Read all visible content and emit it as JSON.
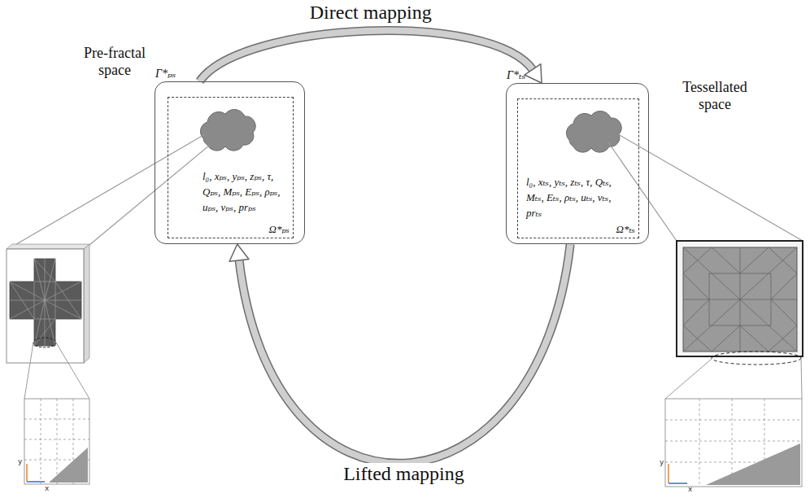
{
  "diagram": {
    "nodes": [
      {
        "text": [
          "Pre-fractal space",
          "Γ*ₚₛ"
        ]
      },
      {
        "text": [
          "l₀, xₚₛ, yₚₛ, zₚₛ, τ, Qₚₛ, Mₚₛ, Eₚₛ, ρₚₛ, uₚₛ, vₚₛ, prₚₛ",
          "Ω*ₚₛ"
        ],
        "in": 0
      },
      {
        "text": [
          "Tessellated space",
          "Γ*ₜₛ"
        ]
      },
      {
        "text": [
          "l₀, xₜₛ, yₜₛ, zₜₛ, τ, Qₜₛ, Mₜₛ, Eₜₛ, ρₜₛ, uₜₛ, vₜₛ, prₜₛ",
          "Ω*ₜₛ"
        ],
        "in": 2
      }
    ],
    "edges": [
      {
        "from": 0,
        "to": 2,
        "label": "Direct mapping",
        "arrow": "to"
      },
      {
        "from": 2,
        "to": 0,
        "label": "Lifted mapping",
        "arrow": "to"
      }
    ],
    "labels": [
      "y",
      "x",
      "y",
      "x"
    ]
  }
}
